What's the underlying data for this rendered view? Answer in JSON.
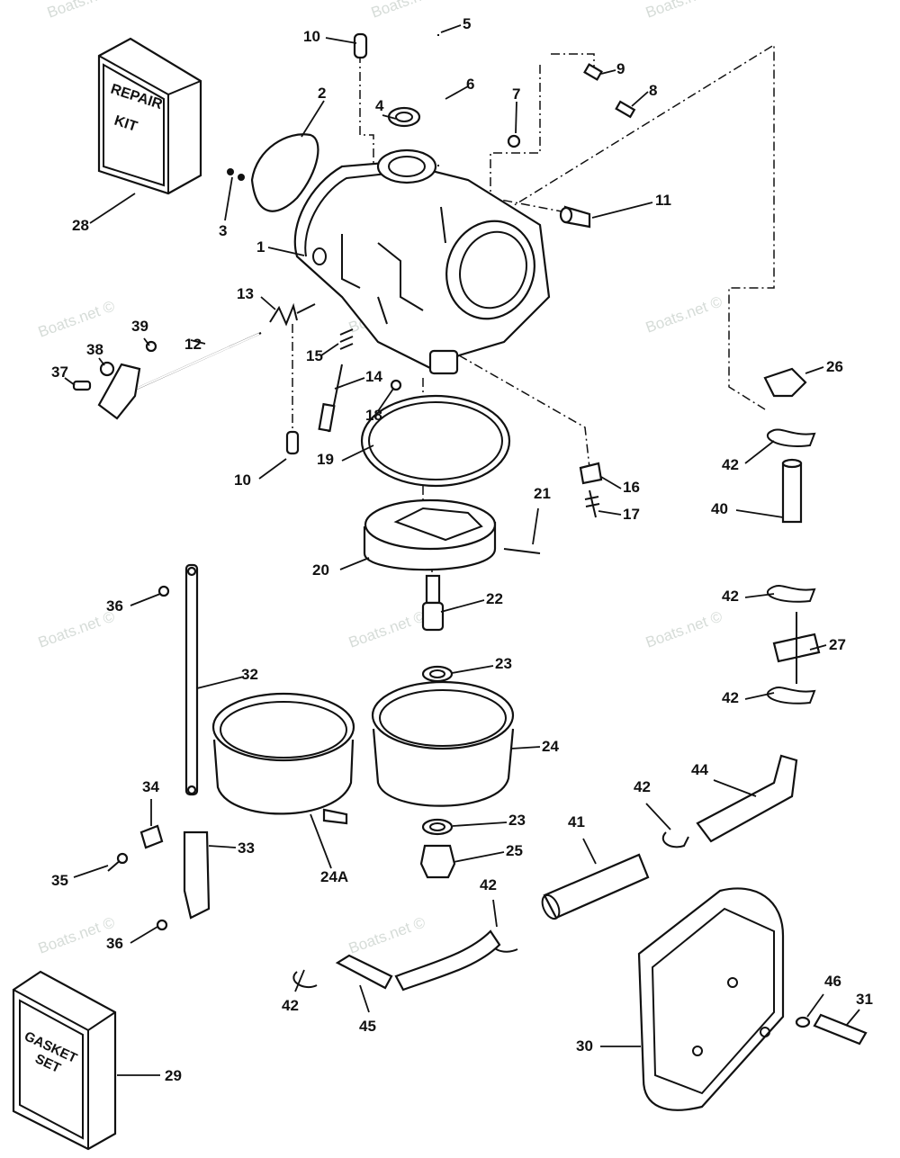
{
  "watermark": "Boats.net ©",
  "repair_kit": {
    "line1": "REPAIR",
    "line2": "KIT"
  },
  "gasket_set": {
    "line1": "GASKET",
    "line2": "SET"
  },
  "callouts": [
    "5",
    "6",
    "10",
    "2",
    "4",
    "7",
    "9",
    "8",
    "3",
    "28",
    "1",
    "11",
    "13",
    "12",
    "39",
    "38",
    "37",
    "15",
    "14",
    "18",
    "26",
    "10",
    "19",
    "16",
    "17",
    "42",
    "40",
    "21",
    "20",
    "22",
    "36",
    "42",
    "27",
    "23",
    "32",
    "42",
    "24",
    "44",
    "34",
    "41",
    "42",
    "23",
    "33",
    "24A",
    "25",
    "35",
    "42",
    "36",
    "42",
    "45",
    "46",
    "31",
    "30",
    "29"
  ]
}
